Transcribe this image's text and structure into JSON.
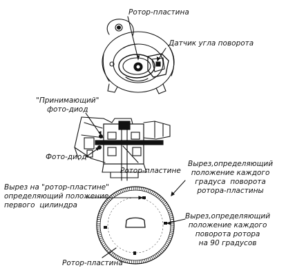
{
  "labels": {
    "rotor_plate_top": "Ротор-пластина",
    "angle_sensor": "Датчик угла поворота",
    "receiving_photodiode": "\"Принимающий\"\nфото-диод",
    "photodiode": "Фото-диод",
    "rotor_plate_middle": "Ротор-пластине",
    "cutout_first_cylinder": "Вырез на \"ротор-пластине\"\nопределяющий положение\nпервого  цилиндра",
    "cutout_each_degree": "Вырез,определяющий\nположение каждого\nградуса  поворота\nротора-пластины",
    "cutout_each_90": "Вырез,определяющий\nположение каждого\nповорота ротора\nна 90 градусов",
    "rotor_plate_bottom": "Ротор-пластина"
  },
  "colors": {
    "ink": "#111111",
    "paper": "#ffffff"
  }
}
